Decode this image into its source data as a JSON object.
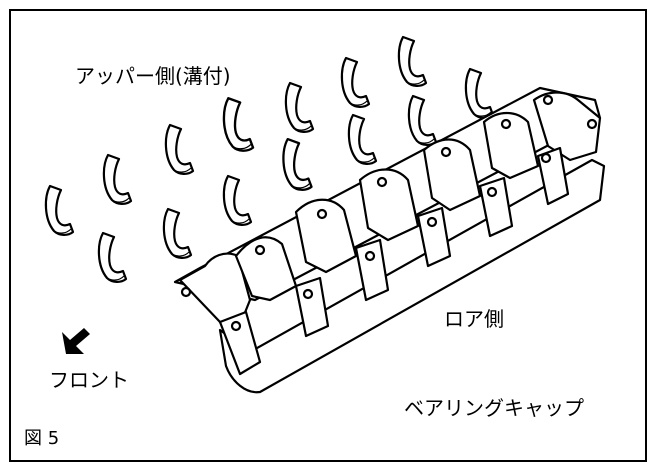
{
  "labels": {
    "upper_side": "アッパー側(溝付)",
    "lower_side": "ロア側",
    "front": "フロント",
    "bearing_cap": "ベアリングキャップ",
    "figure": "図 5"
  },
  "icons": {
    "front_arrow": "arrow-down-left-icon"
  },
  "colors": {
    "line": "#000000",
    "background": "#ffffff"
  }
}
